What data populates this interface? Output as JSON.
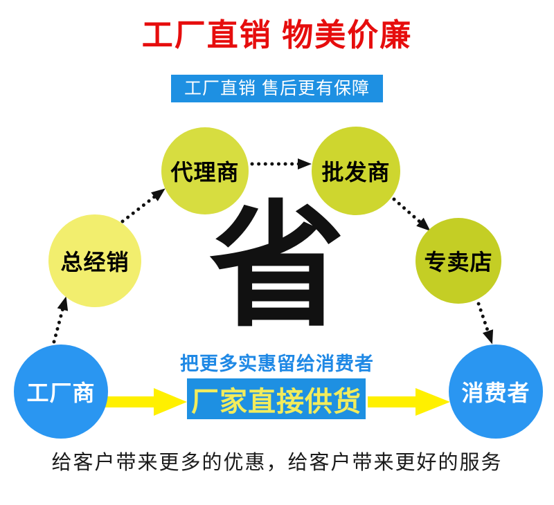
{
  "header": {
    "title": "工厂直销 物美价廉",
    "title_color": "#e60d0d",
    "banner_text": "工厂直销 售后更有保障",
    "banner_bg": "#1e90e2",
    "banner_text_color": "#ffffff"
  },
  "diagram": {
    "center_character": "省",
    "nodes": [
      {
        "id": "zongjingxiao",
        "label": "总经销",
        "color": "#f2ee6e",
        "text_color": "#000000"
      },
      {
        "id": "dailishang",
        "label": "代理商",
        "color": "#d7dd40",
        "text_color": "#000000"
      },
      {
        "id": "pifashang",
        "label": "批发商",
        "color": "#ced62f",
        "text_color": "#000000"
      },
      {
        "id": "zhuanmaidian",
        "label": "专卖店",
        "color": "#c4ce25",
        "text_color": "#000000"
      },
      {
        "id": "gongchangshang",
        "label": "工厂商",
        "color": "#2a96f1",
        "text_color": "#ffffff"
      },
      {
        "id": "xiaofeizhe",
        "label": "消费者",
        "color": "#2a96f1",
        "text_color": "#ffffff"
      }
    ],
    "edges": [
      {
        "from": "工厂商",
        "to": "总经销",
        "style": "dotted-black-arrow"
      },
      {
        "from": "总经销",
        "to": "代理商",
        "style": "dotted-black-arrow"
      },
      {
        "from": "代理商",
        "to": "批发商",
        "style": "dotted-black-arrow"
      },
      {
        "from": "批发商",
        "to": "专卖店",
        "style": "dotted-black-arrow"
      },
      {
        "from": "专卖店",
        "to": "消费者",
        "style": "dotted-black-arrow"
      },
      {
        "from": "工厂商",
        "to": "厂家直接供货",
        "style": "solid-yellow-arrow"
      },
      {
        "from": "厂家直接供货",
        "to": "消费者",
        "style": "solid-yellow-arrow"
      }
    ]
  },
  "direct": {
    "tagline": "把更多实惠留给消费者",
    "tagline_color": "#1e88e5",
    "box_label": "厂家直接供货",
    "box_bg": "#1e90e2",
    "box_text_color": "#f2ec5c",
    "arrow_color": "#fff000"
  },
  "footer": {
    "text": "给客户带来更多的优惠，给客户带来更好的服务"
  }
}
